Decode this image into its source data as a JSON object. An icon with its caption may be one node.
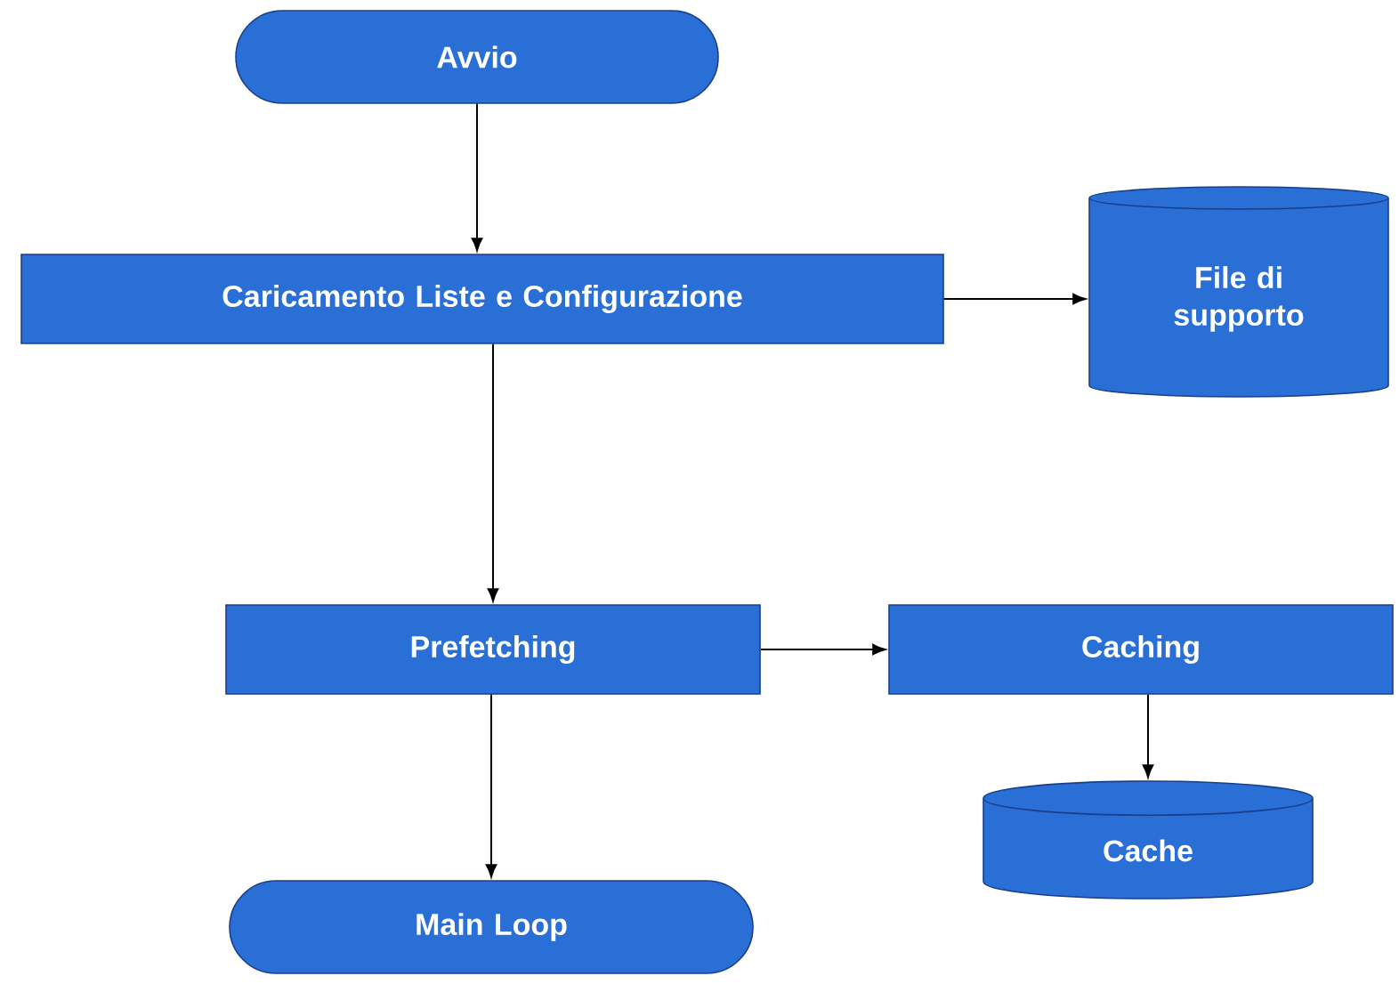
{
  "diagram": {
    "nodes": [
      {
        "text": [
          "Avvio"
        ]
      },
      {
        "text": [
          "Caricamento Liste e Configurazione"
        ]
      },
      {
        "text": [
          "Prefetching"
        ]
      },
      {
        "text": [
          "File di supporto"
        ]
      },
      {
        "text": [
          "Caching"
        ]
      },
      {
        "text": [
          "Cache"
        ]
      },
      {
        "text": [
          "Main Loop"
        ]
      }
    ],
    "edges": [
      {
        "from": 0,
        "to": 1,
        "arrow": "to"
      },
      {
        "from": 1,
        "to": 2,
        "arrow": "to"
      },
      {
        "from": 1,
        "to": 3,
        "arrow": "to"
      },
      {
        "from": 2,
        "to": 4,
        "arrow": "to"
      },
      {
        "from": 4,
        "to": 5,
        "arrow": "to"
      },
      {
        "from": 2,
        "to": 6,
        "arrow": "to"
      }
    ]
  }
}
